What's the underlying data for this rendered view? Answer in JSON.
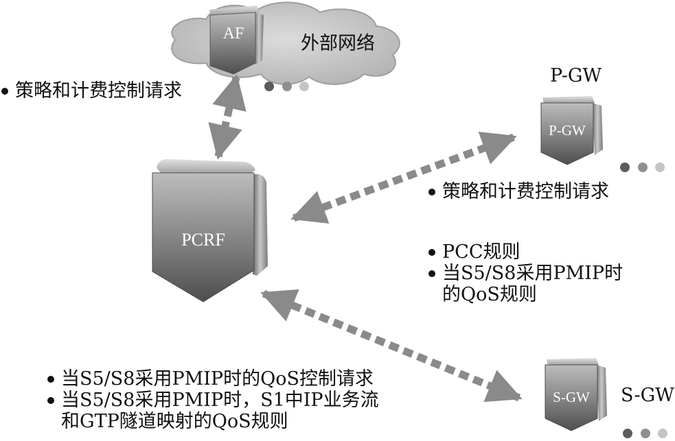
{
  "cloud": {
    "label": "外部网络"
  },
  "nodes": {
    "af": {
      "label": "AF"
    },
    "pcrf": {
      "label": "PCRF"
    },
    "pgw": {
      "label": "P-GW",
      "caption": "P-GW"
    },
    "sgw": {
      "label": "S-GW",
      "caption": "S-GW"
    }
  },
  "annotations": {
    "af_pcrf": [
      "策略和计费控制请求"
    ],
    "pgw_to_pcrf": [
      "策略和计费控制请求"
    ],
    "pcrf_to_pgw": [
      "PCC规则",
      "当S5/S8采用PMIP时",
      "的QoS规则"
    ],
    "sgw_pcrf": [
      "当S5/S8采用PMIP时的QoS控制请求",
      "当S5/S8采用PMIP时，S1中IP业务流",
      "和GTP隧道映射的QoS规则"
    ]
  },
  "colors": {
    "node_light": "#b4b4b4",
    "node_dark": "#525252",
    "arrow": "#8a8a8a",
    "cloud": "#c8c8c8",
    "ellipsis_dots": [
      "#5c5c5c",
      "#8f8f8f",
      "#c4c4c4"
    ]
  }
}
